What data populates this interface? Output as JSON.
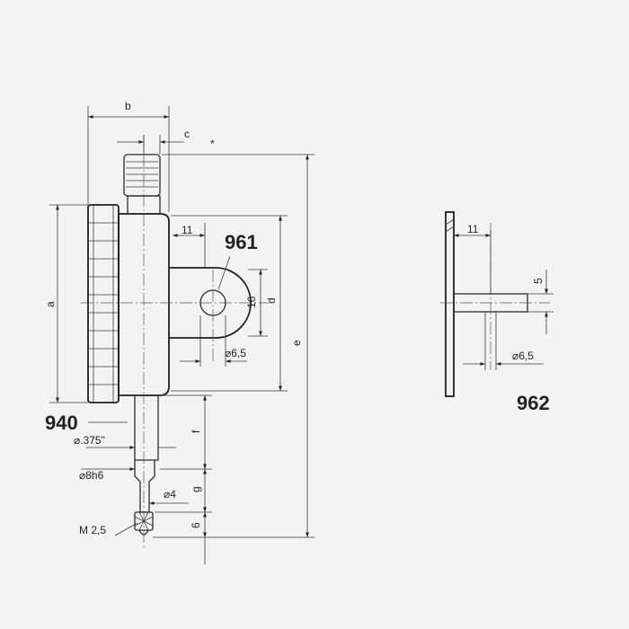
{
  "colors": {
    "background": "#f3f3f1",
    "line": "#222222"
  },
  "labels": {
    "model_940": "940",
    "model_961": "961",
    "model_962": "962",
    "dim_a": "a",
    "dim_b": "b",
    "dim_c": "c",
    "dim_d": "d",
    "dim_e": "e",
    "dim_f": "f",
    "dim_g": "g",
    "dim_6": "6",
    "dim_11_lug": "11",
    "dim_16": "16",
    "dim_hole_961": "⌀6,5",
    "dim_375": "⌀.375\"",
    "dim_8h6": "⌀8h6",
    "dim_4": "⌀4",
    "thread": "M 2,5",
    "dim_11_back": "11",
    "dim_5": "5",
    "dim_hole_962": "⌀6,5",
    "asterisk": "*"
  }
}
